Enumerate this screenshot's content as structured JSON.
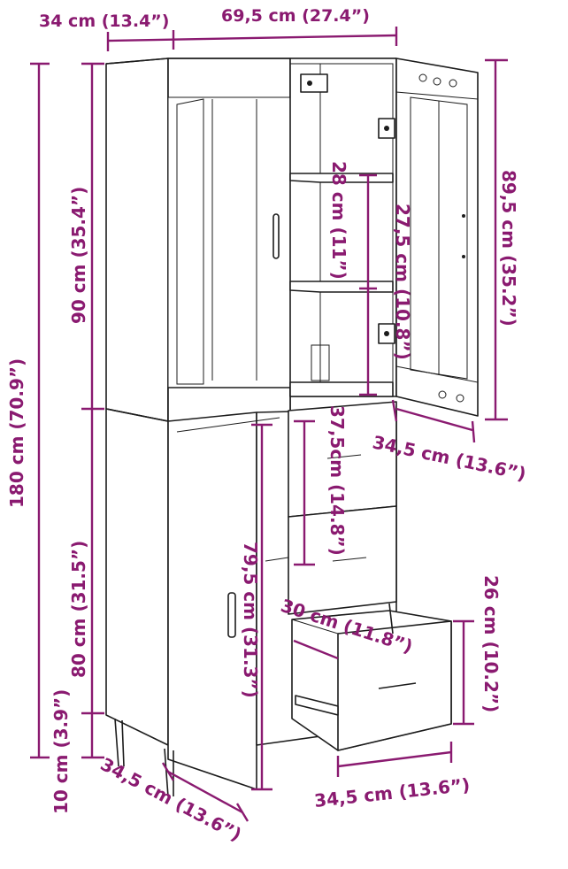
{
  "diagram": {
    "colors": {
      "dimension": "#8a1a70",
      "outline": "#1c1c1c",
      "background": "#ffffff"
    },
    "labels": {
      "depth_top": "34 cm (13.4”)",
      "width_top": "69,5 cm (27.4”)",
      "total_height": "180 cm (70.9”)",
      "upper_height": "90 cm (35.4”)",
      "lower_height": "80 cm (31.5”)",
      "leg_height": "10 cm (3.9”)",
      "door_height_upper": "89,5 cm (35.2”)",
      "shelf_gap_left": "28 cm (11”)",
      "shelf_gap_right": "27,5 cm (10.8”)",
      "door_width_upper": "34,5 cm (13.6”)",
      "drawer_block_height": "37,5cm (14.8”)",
      "lower_door_height": "79,5 cm (31.3”)",
      "drawer_depth": "30 cm (11.8”)",
      "drawer_height": "26 cm (10.2”)",
      "drawer_width": "34,5 cm (13.6”)",
      "lower_door_width": "34,5 cm (13.6”)"
    }
  }
}
